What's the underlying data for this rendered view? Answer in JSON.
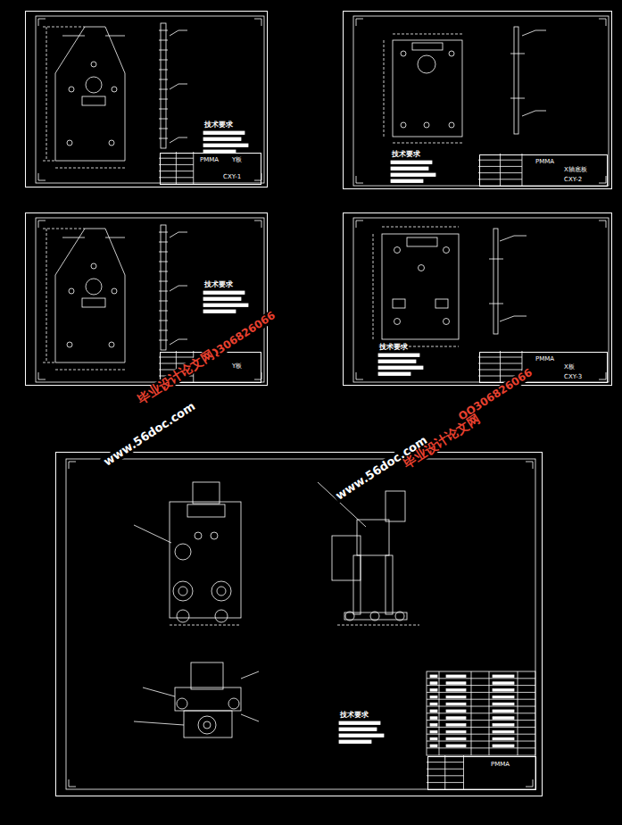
{
  "diagram": {
    "nodes": [
      {
        "text": [
          "技术要求"
        ]
      },
      {
        "text": [
          "PMMA",
          "Y板",
          "CXY-1"
        ],
        "in": 0
      },
      {
        "text": [
          "技术要求"
        ]
      },
      {
        "text": [
          "PMMA",
          "X轴底板",
          "CXY-2"
        ],
        "in": 2
      },
      {
        "text": [
          "技术要求"
        ]
      },
      {
        "text": [
          "Y板"
        ],
        "in": 4
      },
      {
        "text": [
          "技术要求"
        ]
      },
      {
        "text": [
          "PMMA",
          "X板",
          "CXY-3"
        ],
        "in": 6
      },
      {
        "text": [
          "技术要求"
        ]
      },
      {
        "text": [
          "PMMA"
        ],
        "in": 8
      }
    ],
    "labels": [
      "QQ306826066",
      "毕业设计论文网",
      "www.56doc.com",
      "QQ306826066",
      "www.56doc.com",
      "毕业设计论文网"
    ]
  }
}
